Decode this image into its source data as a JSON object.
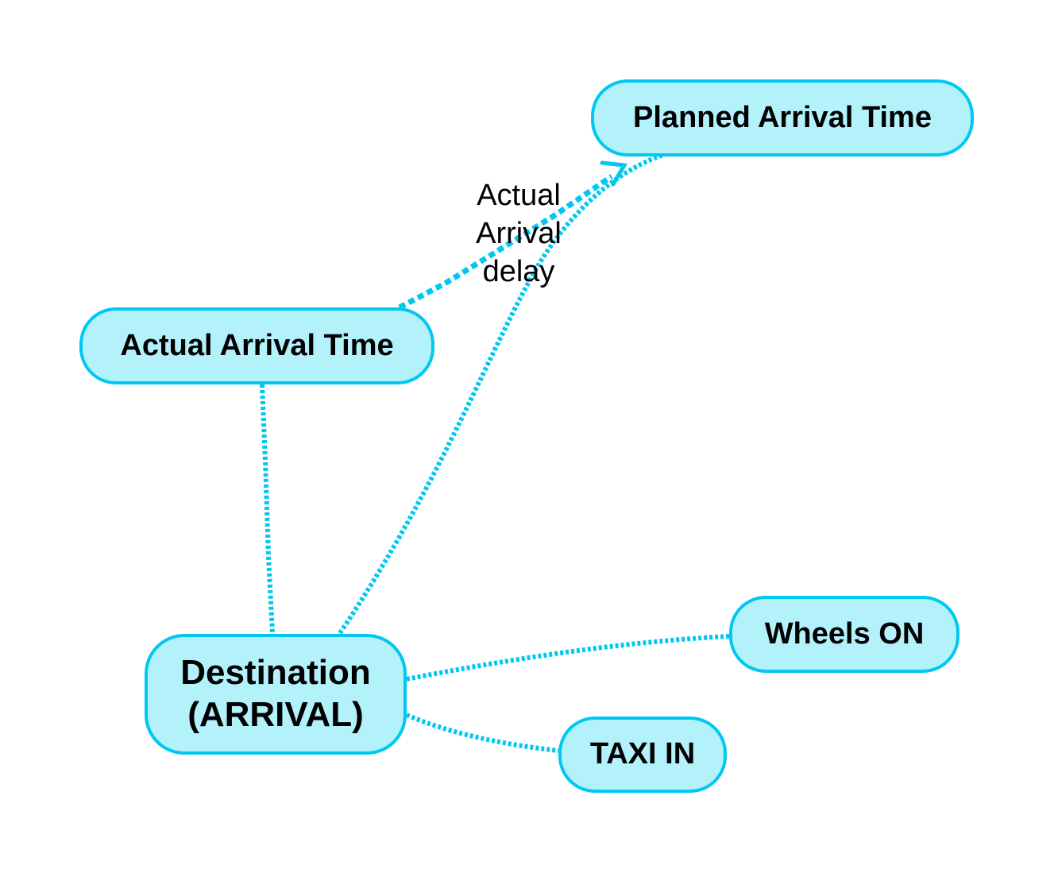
{
  "colors": {
    "node_fill": "#b3f1fb",
    "node_border": "#00c8f0",
    "edge": "#00c8f0",
    "text": "#000000",
    "background": "#ffffff"
  },
  "nodes": {
    "planned_arrival_time": {
      "label": "Planned Arrival Time"
    },
    "actual_arrival_time": {
      "label": "Actual Arrival Time"
    },
    "destination": {
      "label_line1": "Destination",
      "label_line2": "(ARRIVAL)"
    },
    "wheels_on": {
      "label": "Wheels ON"
    },
    "taxi_in": {
      "label": "TAXI IN"
    }
  },
  "edges": [
    {
      "from": "Actual Arrival Time",
      "to": "Planned Arrival Time",
      "directed": true,
      "style": "dotted",
      "label": "Actual Arrival delay"
    },
    {
      "from": "Actual Arrival Time",
      "to": "Destination (ARRIVAL)",
      "directed": false,
      "style": "dotted"
    },
    {
      "from": "Destination (ARRIVAL)",
      "to": "Planned Arrival Time",
      "directed": false,
      "style": "dotted"
    },
    {
      "from": "Destination (ARRIVAL)",
      "to": "Wheels ON",
      "directed": false,
      "style": "dotted"
    },
    {
      "from": "Destination (ARRIVAL)",
      "to": "TAXI IN",
      "directed": false,
      "style": "dotted"
    }
  ],
  "edge_label": {
    "line1": "Actual",
    "line2": "Arrival",
    "line3": "delay"
  }
}
